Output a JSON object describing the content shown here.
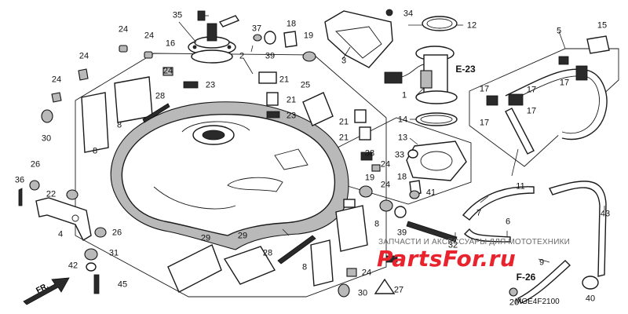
{
  "diagram": {
    "code": "MGE4F2100",
    "front_marker": "FR.",
    "refs": [
      "E-23",
      "F-26"
    ],
    "watermark_text": "ЗАПЧАСТИ И АКСЕССУАРЫ ДЛЯ МОТОТЕХНИКИ",
    "logo_text": "PartsFor.ru",
    "part_numbers": [
      "1",
      "2",
      "3",
      "4",
      "5",
      "6",
      "7",
      "8",
      "9",
      "11",
      "12",
      "13",
      "14",
      "15",
      "16",
      "17",
      "18",
      "19",
      "20",
      "21",
      "22",
      "23",
      "24",
      "25",
      "26",
      "27",
      "28",
      "29",
      "30",
      "31",
      "32",
      "33",
      "34",
      "35",
      "36",
      "37",
      "38",
      "39",
      "40",
      "41",
      "42",
      "43",
      "45"
    ],
    "colors": {
      "logo": "#e8232d",
      "line": "#1a1a1a"
    }
  }
}
